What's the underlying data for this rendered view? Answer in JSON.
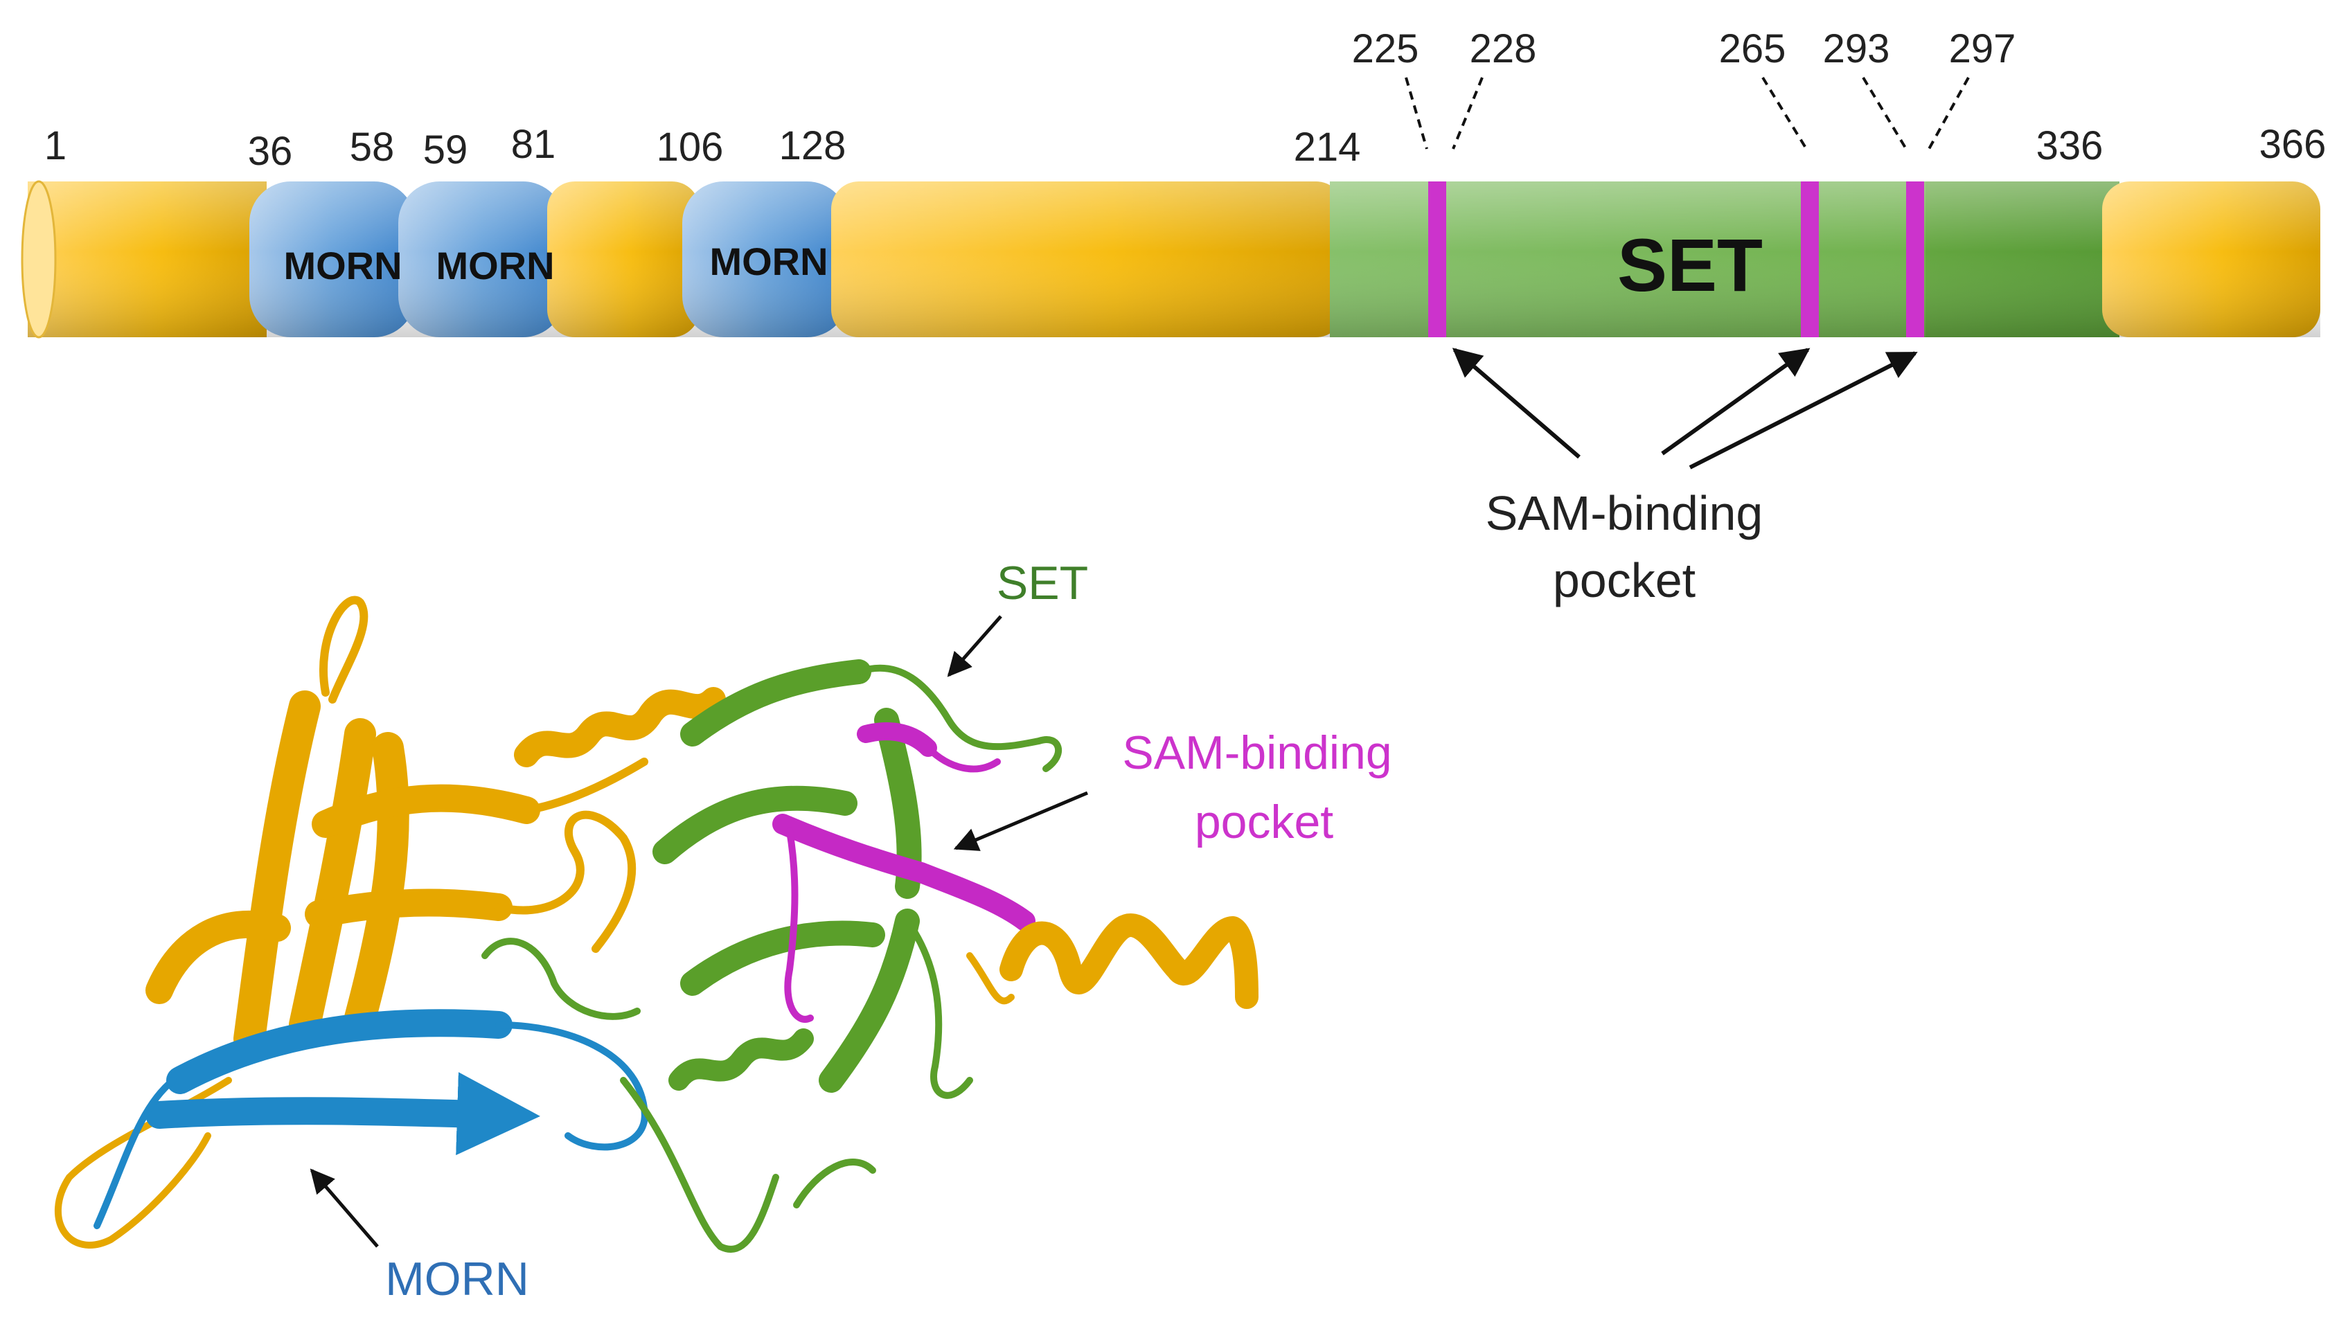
{
  "protein_bar": {
    "positions": [
      "1",
      "36",
      "58",
      "59",
      "81",
      "106",
      "128",
      "214",
      "225",
      "228",
      "265",
      "293",
      "297",
      "336",
      "366"
    ],
    "domains": {
      "morn": "MORN",
      "set": "SET"
    },
    "sam_pocket_line1": "SAM-binding",
    "sam_pocket_line2": "pocket"
  },
  "structure": {
    "set_label": "SET",
    "sam_label_line1": "SAM-binding",
    "sam_label_line2": "pocket",
    "morn_label": "MORN"
  },
  "colors": {
    "other": "#f2b705",
    "morn": "#3b8fd4",
    "set": "#6aaa3a",
    "sam": "#cc33cc",
    "morn_text": "#2f6fb5",
    "set_text": "#3f7f2a",
    "sam_text": "#cc33cc"
  }
}
